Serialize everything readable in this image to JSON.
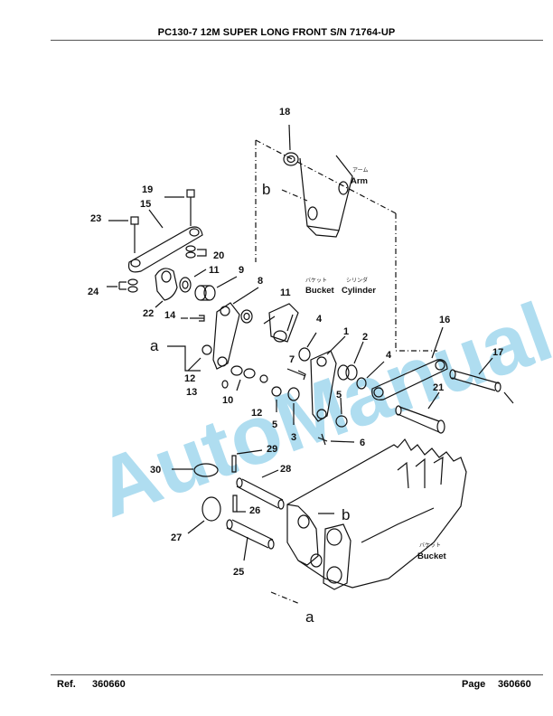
{
  "header": {
    "title": "PC130-7 12M SUPER LONG FRONT S/N 71764-UP"
  },
  "footer": {
    "ref_label": "Ref.",
    "ref_value": "360660",
    "page_label": "Page",
    "page_value": "360660"
  },
  "watermark": {
    "text": "AutoManual",
    "color": "#6ec1e4"
  },
  "diagram": {
    "part_numbers": {
      "p1": "1",
      "p2": "2",
      "p3": "3",
      "p4a": "4",
      "p4b": "4",
      "p5a": "5",
      "p5b": "5",
      "p6": "6",
      "p7": "7",
      "p8": "8",
      "p9": "9",
      "p10": "10",
      "p11a": "11",
      "p11b": "11",
      "p12a": "12",
      "p12b": "12",
      "p13": "13",
      "p14": "14",
      "p15": "15",
      "p16": "16",
      "p17": "17",
      "p18": "18",
      "p19": "19",
      "p20": "20",
      "p21": "21",
      "p22": "22",
      "p23": "23",
      "p24": "24",
      "p25": "25",
      "p26": "26",
      "p27": "27",
      "p28": "28",
      "p29": "29",
      "p30": "30"
    },
    "letters": {
      "a_top": "a",
      "a_bottom": "a",
      "b_top": "b",
      "b_bottom": "b"
    },
    "labels": {
      "arm_jp": "アーム",
      "arm": "Arm",
      "bucket_cyl_jp": "バケット",
      "cyl_jp": "シリンダ",
      "bucket_cylinder_1": "Bucket",
      "bucket_cylinder_2": "Cylinder",
      "bucket_jp": "バケット",
      "bucket": "Bucket"
    }
  }
}
